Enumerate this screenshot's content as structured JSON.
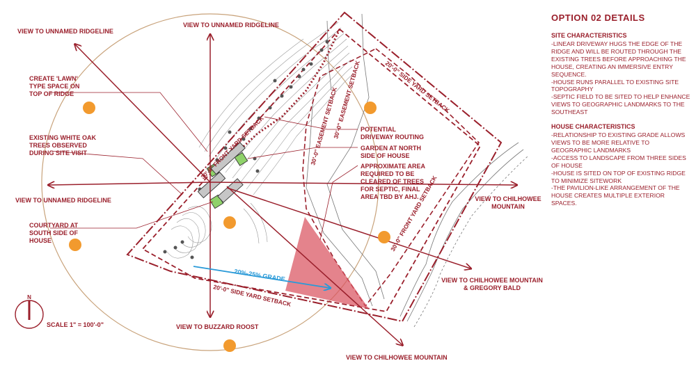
{
  "details": {
    "title": "OPTION 02 DETAILS",
    "site_heading": "SITE CHARACTERISTICS",
    "site_items": [
      "-LINEAR DRIVEWAY HUGS THE EDGE OF THE RIDGE AND WILL BE ROUTED THROUGH THE EXISTING TREES BEFORE APPROACHING THE HOUSE, CREATING AN IMMERSIVE ENTRY SEQUENCE.",
      "-HOUSE RUNS PARALLEL TO EXISTING SITE TOPOGRAPHY",
      "-SEPTIC FIELD TO BE SITED TO HELP ENHANCE VIEWS TO GEOGRAPHIC LANDMARKS TO THE SOUTHEAST"
    ],
    "house_heading": "HOUSE CHARACTERISTICS",
    "house_items": [
      "-RELATIONSHIP TO EXISTING GRADE ALLOWS VIEWS TO BE MORE RELATIVE TO GEOGRAPHIC LANDMARKS",
      "-ACCESS TO LANDSCAPE FROM THREE SIDES OF HOUSE",
      "-HOUSE IS SITED ON TOP OF EXISTING RIDGE TO MINIMIZE SITEWORK",
      "-THE PAVILION-LIKE ARRANGEMENT OF THE HOUSE CREATES MULTIPLE EXTERIOR SPACES."
    ]
  },
  "views": {
    "top_left": "VIEW TO UNNAMED RIDGELINE",
    "top": "VIEW TO UNNAMED RIDGELINE",
    "left": "VIEW TO UNNAMED RIDGELINE",
    "right": "VIEW TO CHILHOWEE MOUNTAIN",
    "lower_right": "VIEW TO CHILHOWEE MOUNTAIN & GREGORY BALD",
    "bottom": "VIEW TO BUZZARD ROOST",
    "bottom_right": "VIEW TO CHILHOWEE MOUNTAIN"
  },
  "callouts": {
    "lawn": "CREATE 'LAWN' TYPE SPACE ON TOP OF RIDGE",
    "oaks": "EXISTING WHITE OAK TREES OBSERVED DURING SITE VISIT",
    "courtyard": "COURTYARD AT SOUTH SIDE OF HOUSE",
    "driveway": "POTENTIAL DRIVEWAY ROUTING",
    "garden": "GARDEN AT NORTH SIDE OF HOUSE",
    "septic": "APPROXIMATE AREA REQUIRED TO BE CLEARED OF TREES FOR SEPTIC, FINAL AREA TBD BY AHJ."
  },
  "setbacks": {
    "front_top": "30'-0\" FRONT YARD SETBACK",
    "side_top": "20'-0\" SIDE YARD SETBACK",
    "easement_1": "30'-0\" EASEMENT SETBACK",
    "easement_2": "30'-0\" EASEMENT SETBACK",
    "front_right": "30'-0\" FRONT YARD SETBACK",
    "side_bottom": "20'-0\" SIDE YARD SETBACK"
  },
  "grade": "20%-25% GRADE",
  "north": "N",
  "scale": "SCALE 1\" = 100'-0\"",
  "colors": {
    "accent": "#9a1f2b",
    "orange_marker": "#f29a2e",
    "grade_arrow": "#2a9ad8",
    "septic_fill": "#d9535f",
    "house": "#c6c6c6",
    "green_space": "#8fd26a",
    "view_circle": "#c8a27a"
  }
}
